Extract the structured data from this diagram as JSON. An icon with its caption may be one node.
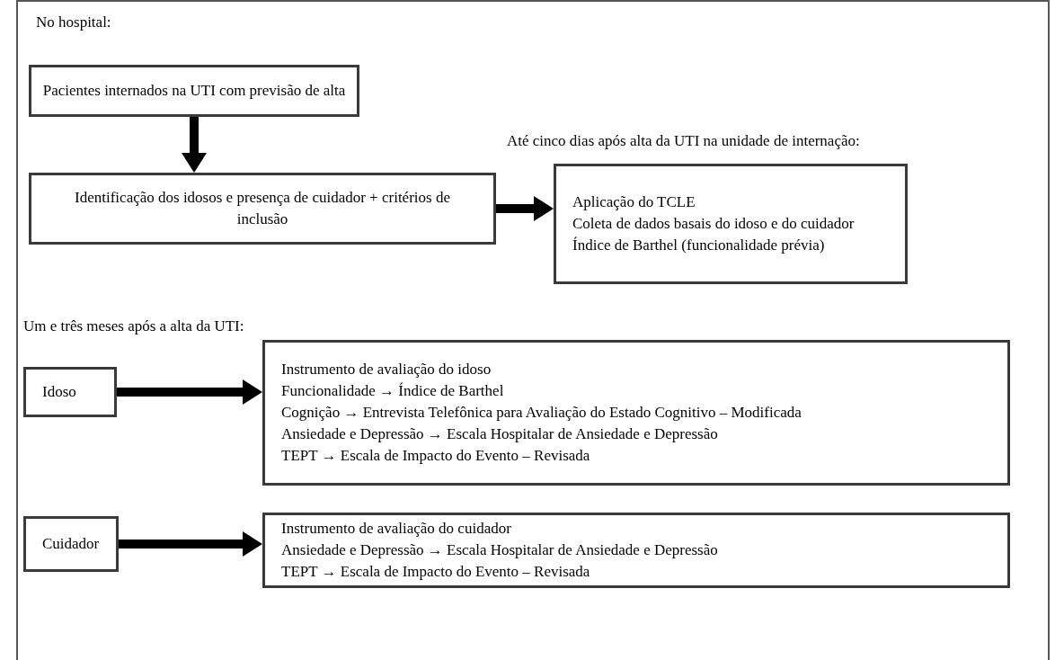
{
  "diagram": {
    "nodes": [
      {
        "text": [
          "Pacientes internados na UTI com previsão de alta"
        ]
      },
      {
        "text": [
          "Identificação dos idosos e presença de cuidador + critérios de inclusão"
        ]
      },
      {
        "text": [
          "Aplicação do TCLE",
          "Coleta de dados basais do idoso e do cuidador",
          "Índice de Barthel (funcionalidade prévia)"
        ]
      },
      {
        "text": [
          "Idoso"
        ]
      },
      {
        "text": [
          "Instrumento de avaliação do idoso",
          "Funcionalidade → Índice de Barthel",
          "Cognição → Entrevista Telefônica para Avaliação do Estado Cognitivo – Modificada",
          "Ansiedade e Depressão → Escala Hospitalar de Ansiedade e Depressão",
          "TEPT → Escala de Impacto do Evento – Revisada"
        ]
      },
      {
        "text": [
          "Cuidador"
        ]
      },
      {
        "text": [
          "Instrumento de avaliação do cuidador",
          "Ansiedade e Depressão → Escala Hospitalar de Ansiedade e Depressão",
          "TEPT → Escala de Impacto do Evento – Revisada"
        ]
      }
    ],
    "edges": [
      {
        "from": 0,
        "to": 1,
        "arrow": "to"
      },
      {
        "from": 1,
        "to": 2,
        "arrow": "to"
      },
      {
        "from": 3,
        "to": 4,
        "arrow": "to"
      },
      {
        "from": 5,
        "to": 6,
        "arrow": "to"
      }
    ],
    "labels": [
      "No hospital:",
      "Até cinco dias após alta da UTI na unidade de internação:",
      "Um e três meses após a alta da UTI:"
    ]
  }
}
